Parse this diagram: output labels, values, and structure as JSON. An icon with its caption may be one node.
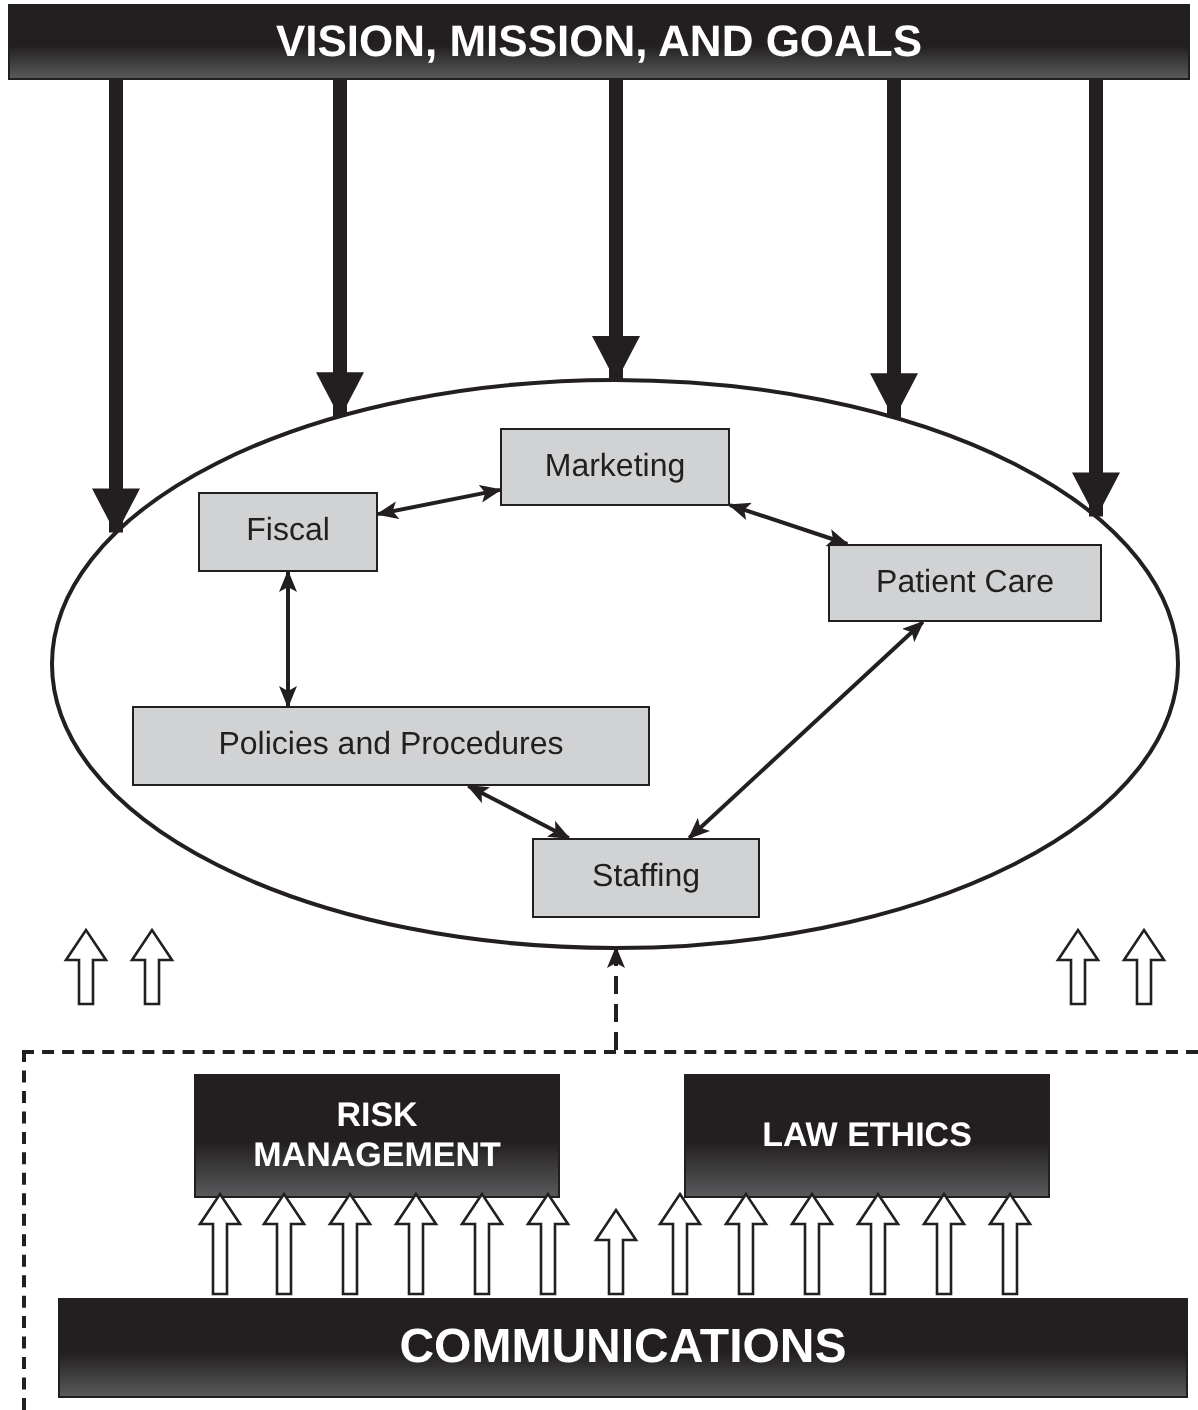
{
  "diagram": {
    "nodes": [
      {
        "text": [
          "VISION, MISSION, AND GOALS"
        ]
      },
      {
        "text": [],
        "shape": "circle"
      },
      {
        "text": [
          "Fiscal"
        ],
        "in": 1
      },
      {
        "text": [
          "Marketing"
        ],
        "in": 1
      },
      {
        "text": [
          "Patient Care"
        ],
        "in": 1
      },
      {
        "text": [
          "Policies and Procedures"
        ],
        "in": 1
      },
      {
        "text": [
          "Staffing"
        ],
        "in": 1
      },
      {
        "text": [],
        "shape": "box"
      },
      {
        "text": [
          "RISK MANAGEMENT"
        ],
        "in": 7
      },
      {
        "text": [
          "LAW ETHICS"
        ],
        "in": 7
      },
      {
        "text": [
          "COMMUNICATIONS"
        ],
        "in": 7
      }
    ],
    "edges": [
      {
        "from": 0,
        "to": 1,
        "arrow": "to",
        "style": "thick"
      },
      {
        "from": 0,
        "to": 1,
        "arrow": "to",
        "style": "thick"
      },
      {
        "from": 0,
        "to": 1,
        "arrow": "to",
        "style": "thick"
      },
      {
        "from": 0,
        "to": 1,
        "arrow": "to",
        "style": "thick"
      },
      {
        "from": 0,
        "to": 1,
        "arrow": "to",
        "style": "thick"
      },
      {
        "from": 2,
        "to": 3,
        "arrow": "both"
      },
      {
        "from": 3,
        "to": 4,
        "arrow": "both"
      },
      {
        "from": 4,
        "to": 6,
        "arrow": "both"
      },
      {
        "from": 6,
        "to": 5,
        "arrow": "both"
      },
      {
        "from": 5,
        "to": 2,
        "arrow": "both"
      },
      {
        "from": 7,
        "to": 1,
        "arrow": "to",
        "style": "dashed"
      },
      {
        "from": 10,
        "to": 8,
        "arrow": "to"
      },
      {
        "from": 10,
        "to": 8,
        "arrow": "to"
      },
      {
        "from": 10,
        "to": 8,
        "arrow": "to"
      },
      {
        "from": 10,
        "to": 8,
        "arrow": "to"
      },
      {
        "from": 10,
        "to": 8,
        "arrow": "to"
      },
      {
        "from": 10,
        "to": 8,
        "arrow": "to"
      },
      {
        "from": 10,
        "to": null,
        "arrow": "to"
      },
      {
        "from": 10,
        "to": 9,
        "arrow": "to"
      },
      {
        "from": 10,
        "to": 9,
        "arrow": "to"
      },
      {
        "from": 10,
        "to": 9,
        "arrow": "to"
      },
      {
        "from": 10,
        "to": 9,
        "arrow": "to"
      },
      {
        "from": 10,
        "to": 9,
        "arrow": "to"
      },
      {
        "from": 10,
        "to": 9,
        "arrow": "to"
      }
    ]
  }
}
